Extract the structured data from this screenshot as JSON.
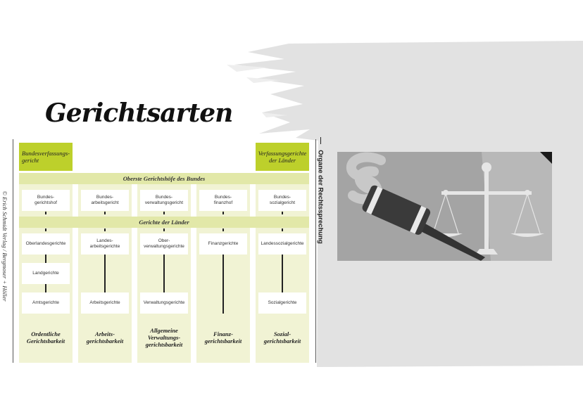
{
  "title": "Gerichtsarten",
  "side_label_left": "© Erich Schmidt Verlag / Bergmoser + Höller",
  "side_label_right": "Organe der Rechtssprechung",
  "constitutional_courts": {
    "federal": "Bundesverfassungs-\ngericht",
    "states": "Verfassungsgerichte\nder Länder"
  },
  "bands": {
    "federal_supreme": "Oberste Gerichtshöfe des Bundes",
    "state_courts": "Gerichte der Länder"
  },
  "columns": [
    {
      "federal_court": "Bundes-\ngerichtshof",
      "state_courts": [
        "Oberlandesgerichte",
        "Landgerichte",
        "Amtsgerichte"
      ],
      "jurisdiction": "Ordentliche\nGerichtsbarkeit"
    },
    {
      "federal_court": "Bundes-\narbeitsgericht",
      "state_courts": [
        "Landes-\narbeitsgerichte",
        "Arbeitsgerichte"
      ],
      "jurisdiction": "Arbeits-\ngerichtsbarkeit"
    },
    {
      "federal_court": "Bundes-\nverwaltungsgericht",
      "state_courts": [
        "Ober-\nverwaltungsgerichte",
        "Verwaltungsgerichte"
      ],
      "jurisdiction": "Allgemeine\nVerwaltungs-\ngerichtsbarkeit"
    },
    {
      "federal_court": "Bundes-\nfinanzhof",
      "state_courts": [
        "Finanzgerichte"
      ],
      "jurisdiction": "Finanz-\ngerichtsbarkeit"
    },
    {
      "federal_court": "Bundes-\nsozialgericht",
      "state_courts": [
        "Landessozialgerichte",
        "Sozialgerichte"
      ],
      "jurisdiction": "Sozial-\ngerichtsbarkeit"
    }
  ],
  "colors": {
    "accent_green": "#bdd02b",
    "band": "#e2e8a8",
    "column": "#f1f3d4",
    "backdrop_gray": "#e2e2e2"
  },
  "illustration": {
    "icons": [
      "paragraph-icon",
      "gavel-icon",
      "scales-icon"
    ]
  }
}
